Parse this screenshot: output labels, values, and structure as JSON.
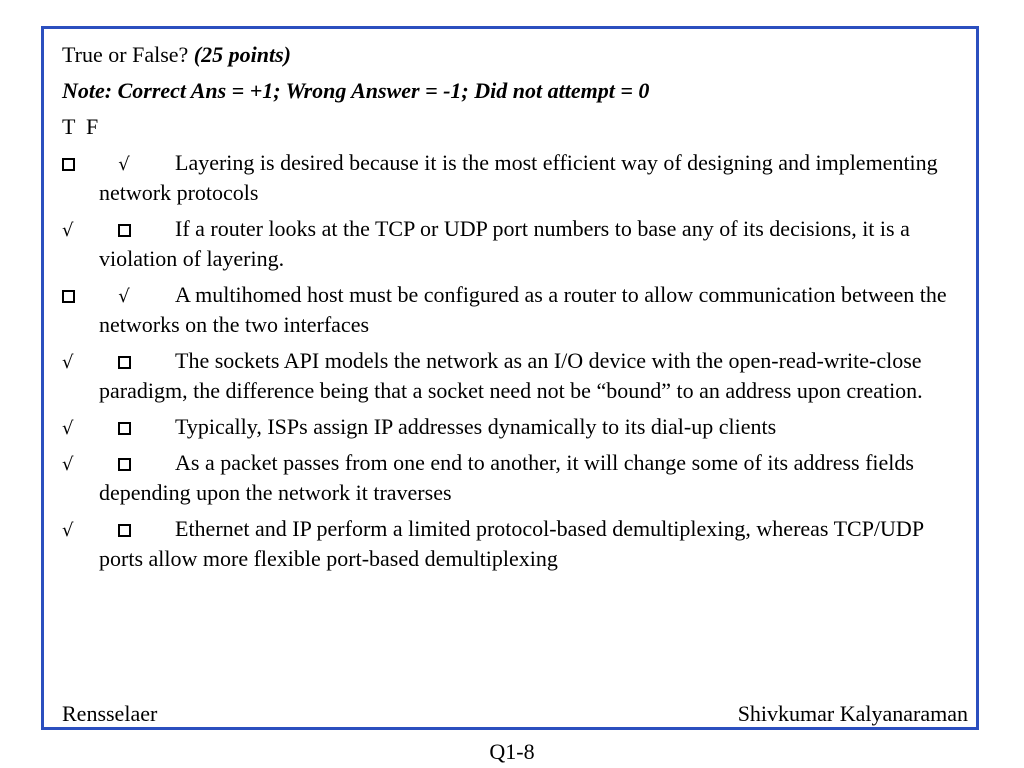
{
  "header": {
    "title": "True or False?",
    "points": "(25 points)",
    "note": "Note: Correct Ans = +1; Wrong Answer = -1; Did not attempt = 0",
    "columns": "T  F"
  },
  "marks": {
    "check": "√"
  },
  "items": [
    {
      "answer": "F",
      "text": "Layering is desired because it is the most efficient way of designing and implementing network protocols"
    },
    {
      "answer": "T",
      "text": "If a router looks at the TCP or UDP port numbers to base any of its decisions, it is a violation of layering."
    },
    {
      "answer": "F",
      "text": "A multihomed host must be configured as a router to allow communication between the networks on the two interfaces"
    },
    {
      "answer": "T",
      "text": "The sockets API models the network as an I/O device with the open-read-write-close paradigm, the difference being that a socket need not be “bound” to an address upon creation."
    },
    {
      "answer": "T",
      "text": "Typically, ISPs assign IP addresses dynamically to its dial-up clients"
    },
    {
      "answer": "T",
      "text": "As a packet passes from one end to another, it will change some of its address fields depending upon the network it traverses"
    },
    {
      "answer": "T",
      "text": "Ethernet and IP perform a limited protocol-based demultiplexing, whereas TCP/UDP ports allow more flexible port-based demultiplexing"
    }
  ],
  "footer": {
    "left": "Rensselaer",
    "right": "Shivkumar Kalyanaraman",
    "page": "Q1-8"
  },
  "colors": {
    "frame": "#2b4fbf"
  }
}
